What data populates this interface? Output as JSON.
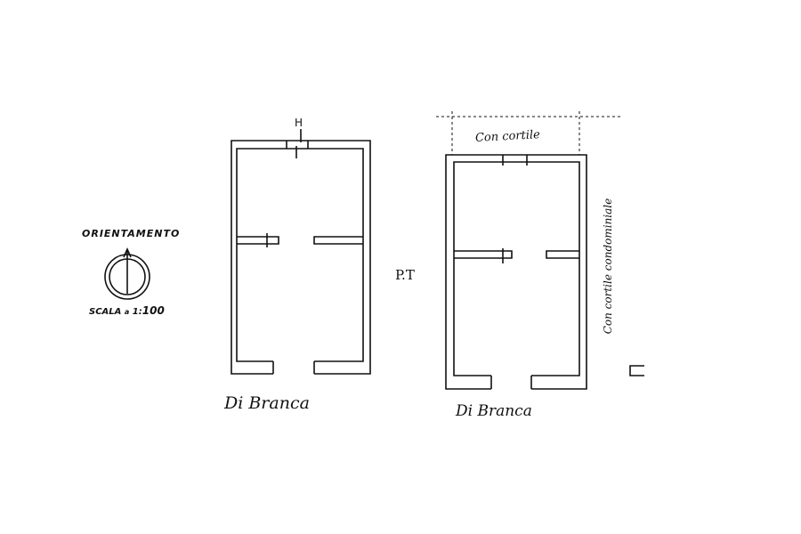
{
  "legend": {
    "orientation_label": "ORIENTAMENTO",
    "scale_prefix": "SCALA",
    "scale_small": "a",
    "scale_ratio": "1:",
    "scale_value": "100"
  },
  "floor_label": "P.T",
  "left_plan": {
    "owner": "Di Branca",
    "door_mark": "H"
  },
  "right_plan": {
    "owner": "Di Branca",
    "top_note": "Con cortile",
    "side_note": "Con cortile condominiale"
  },
  "colors": {
    "ink": "#111111",
    "paper": "#ffffff"
  }
}
